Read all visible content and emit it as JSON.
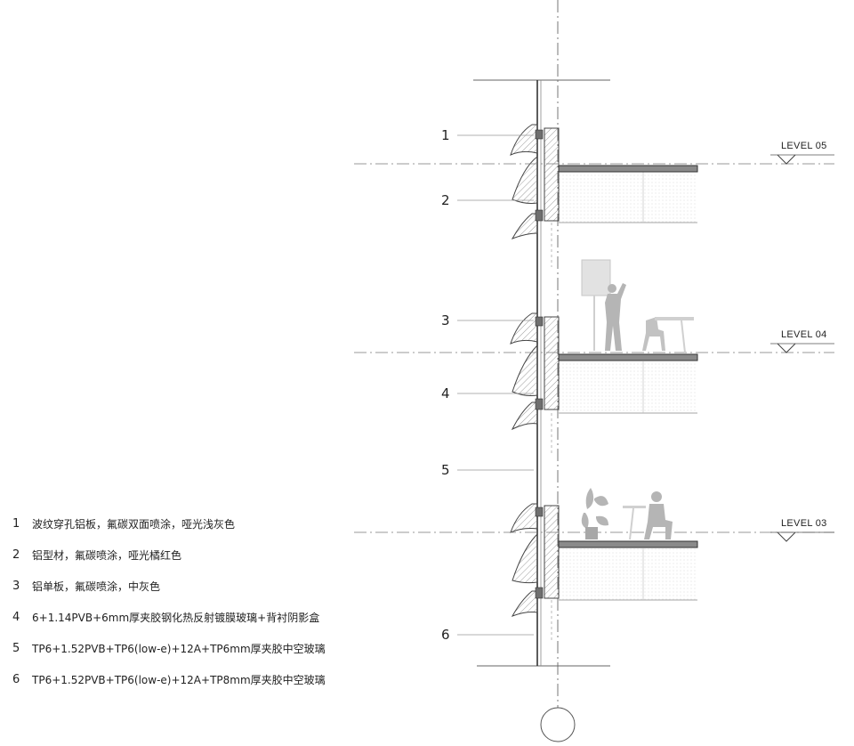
{
  "legend": [
    {
      "num": "1",
      "text": "波纹穿孔铝板，氟碳双面喷涂，哑光浅灰色"
    },
    {
      "num": "2",
      "text": "铝型材，氟碳喷涂，哑光橘红色"
    },
    {
      "num": "3",
      "text": "铝单板，氟碳喷涂，中灰色"
    },
    {
      "num": "4",
      "text": "6+1.14PVB+6mm厚夹胶钢化热反射镀膜玻璃+背衬阴影盒"
    },
    {
      "num": "5",
      "text": "TP6+1.52PVB+TP6(low-e)+12A+TP6mm厚夹胶中空玻璃"
    },
    {
      "num": "6",
      "text": "TP6+1.52PVB+TP6(low-e)+12A+TP8mm厚夹胶中空玻璃"
    }
  ],
  "callouts": [
    "1",
    "2",
    "3",
    "4",
    "5",
    "6"
  ],
  "levels": [
    "LEVEL 05",
    "LEVEL 04",
    "LEVEL 03"
  ],
  "colors": {
    "line": "#444444",
    "light_line": "#9a9a9a",
    "slab_fill": "#8a8a8a",
    "hatch": "#bdbdbd",
    "figure": "#b5b5b5"
  }
}
